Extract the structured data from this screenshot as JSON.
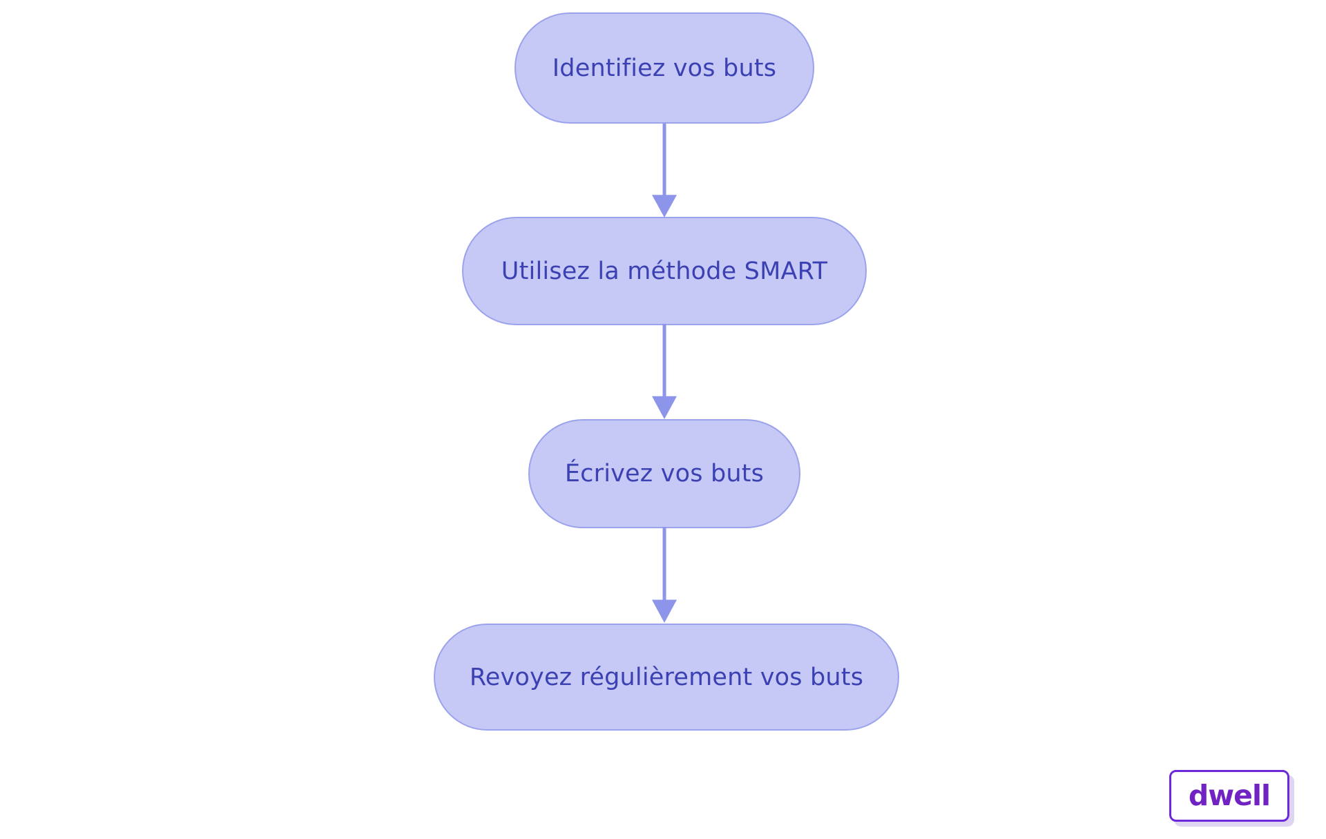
{
  "page": {
    "background": "#ffffff"
  },
  "flowchart": {
    "type": "vertical-flow",
    "nodes": [
      {
        "id": "node-1",
        "label": "Identifiez vos buts"
      },
      {
        "id": "node-2",
        "label": "Utilisez la méthode SMART"
      },
      {
        "id": "node-3",
        "label": "Écrivez vos buts"
      },
      {
        "id": "node-4",
        "label": "Revoyez régulièrement vos buts"
      }
    ],
    "edges": [
      {
        "from": "node-1",
        "to": "node-2",
        "direction": "down"
      },
      {
        "from": "node-2",
        "to": "node-3",
        "direction": "down"
      },
      {
        "from": "node-3",
        "to": "node-4",
        "direction": "down"
      }
    ],
    "colors": {
      "node_fill": "#c6c9f5",
      "node_border": "#9ba2ec",
      "node_text": "#3b41b2",
      "arrow": "#8d95ea"
    }
  },
  "branding": {
    "logo_text": "dwell",
    "logo_color": "#7122c3",
    "logo_border": "#6d28d9",
    "logo_shadow": "#ded5f2"
  }
}
